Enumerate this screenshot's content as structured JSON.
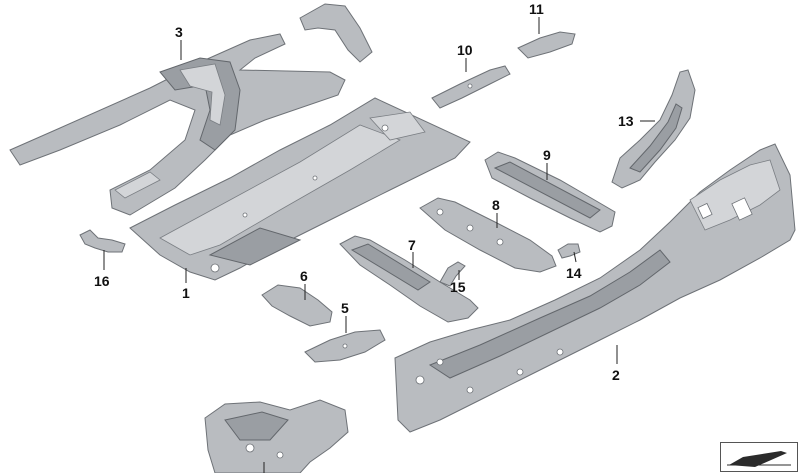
{
  "callouts": [
    {
      "id": "1",
      "label": "1"
    },
    {
      "id": "2",
      "label": "2"
    },
    {
      "id": "3",
      "label": "3"
    },
    {
      "id": "4",
      "label": ""
    },
    {
      "id": "5",
      "label": "5"
    },
    {
      "id": "6",
      "label": "6"
    },
    {
      "id": "7",
      "label": "7"
    },
    {
      "id": "8",
      "label": "8"
    },
    {
      "id": "9",
      "label": "9"
    },
    {
      "id": "10",
      "label": "10"
    },
    {
      "id": "11",
      "label": "11"
    },
    {
      "id": "13",
      "label": "13"
    },
    {
      "id": "14",
      "label": "14"
    },
    {
      "id": "15",
      "label": "15"
    },
    {
      "id": "16",
      "label": "16"
    }
  ],
  "colors": {
    "metal": "#b9bcc0",
    "metal_dark": "#9a9ea3",
    "outline": "#6e7277",
    "label": "#111111"
  },
  "thumbnail_icon": "car-side-icon"
}
